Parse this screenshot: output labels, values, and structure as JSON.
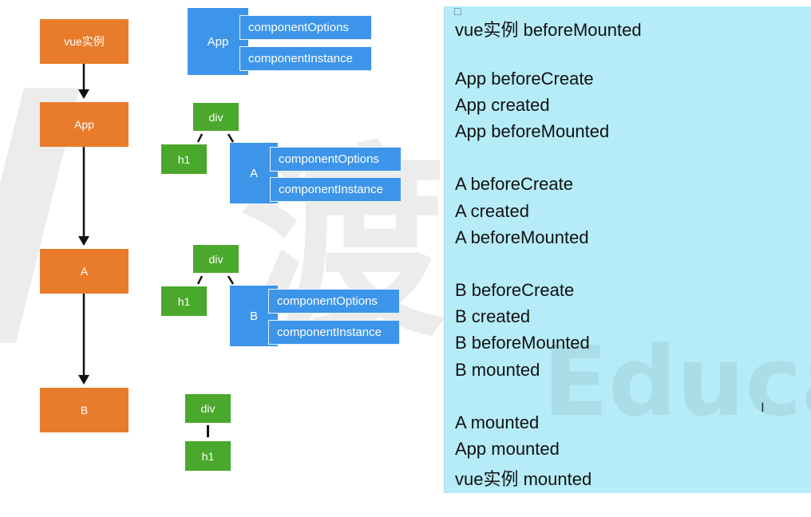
{
  "left_flow": {
    "nodes": [
      "vue实例",
      "App",
      "A",
      "B"
    ]
  },
  "trees": {
    "app": {
      "label": "App",
      "options": "componentOptions",
      "instance": "componentInstance"
    },
    "tree_a": {
      "root": "div",
      "child": "h1",
      "comp": "A",
      "options": "componentOptions",
      "instance": "componentInstance"
    },
    "tree_b": {
      "root": "div",
      "child": "h1",
      "comp": "B",
      "options": "componentOptions",
      "instance": "componentInstance"
    },
    "tree_c": {
      "root": "div",
      "child": "h1"
    }
  },
  "log": {
    "lines": [
      "vue实例 beforeMounted",
      "App  beforeCreate",
      "App  created",
      "App  beforeMounted",
      "A  beforeCreate",
      "A  created",
      "A  beforeMounted",
      "B  beforeCreate",
      "B created",
      "B beforeMounted",
      "B mounted",
      "A mounted",
      "App mounted",
      "vue实例 mounted"
    ]
  },
  "colors": {
    "orange": "#e87c2c",
    "green": "#4aa82c",
    "blue": "#3d95ea",
    "panel": "#b5ecf8"
  },
  "icons": [
    "arrow-down-icon",
    "text-cursor-icon"
  ]
}
